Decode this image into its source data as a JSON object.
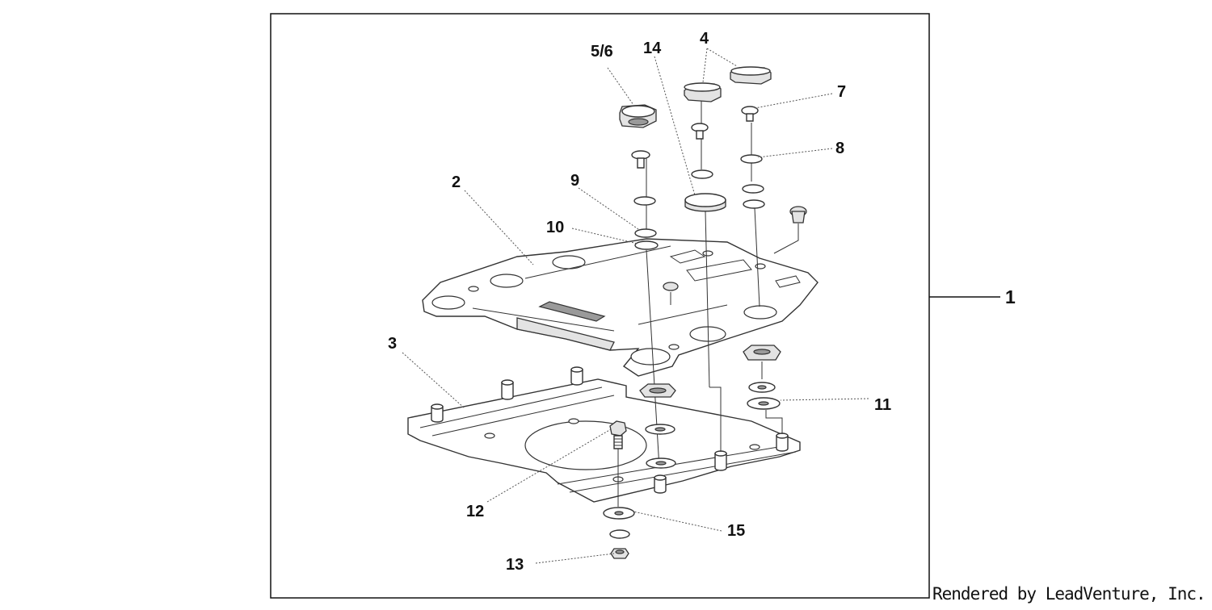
{
  "diagram": {
    "callouts": {
      "c1": "1",
      "c2": "2",
      "c3": "3",
      "c4": "4",
      "c5_6": "5/6",
      "c7": "7",
      "c8": "8",
      "c9": "9",
      "c10": "10",
      "c11": "11",
      "c12": "12",
      "c13": "13",
      "c14": "14",
      "c15": "15"
    },
    "credit": "Rendered by LeadVenture, Inc."
  }
}
